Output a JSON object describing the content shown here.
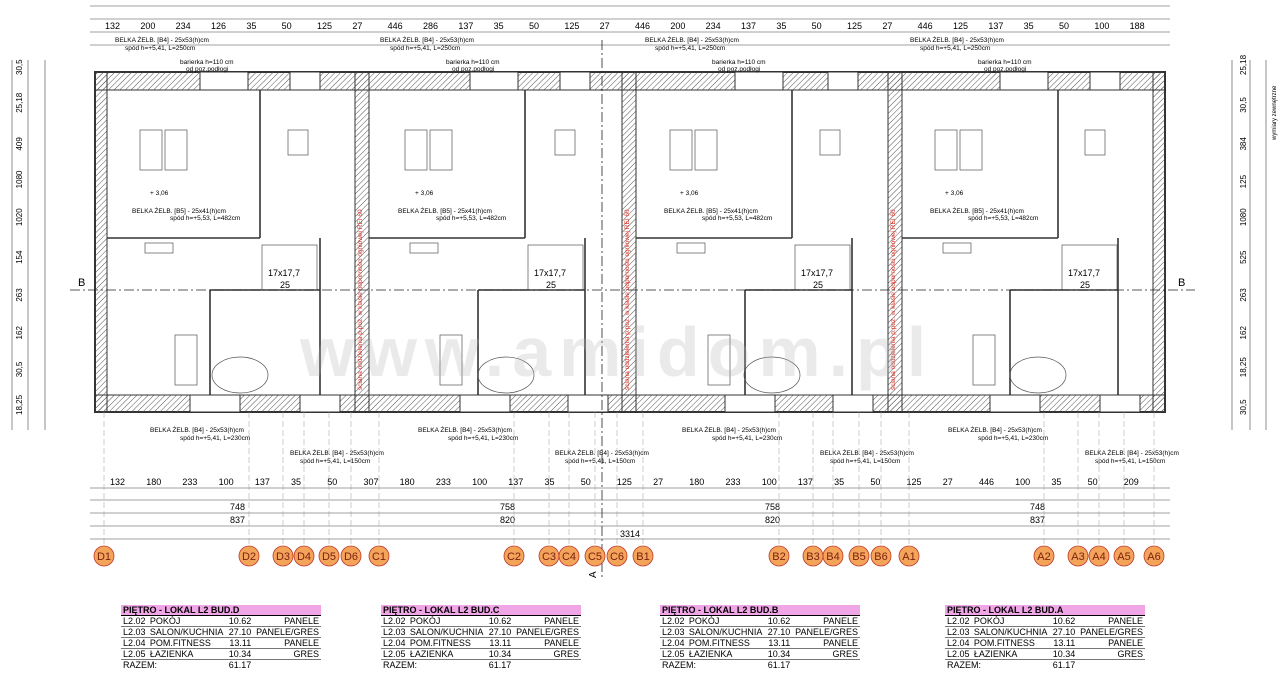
{
  "watermark": "www.amidom.pl",
  "top_dims": [
    "132",
    "200",
    "234",
    "126",
    "35",
    "50",
    "125",
    "27",
    "446",
    "286",
    "137",
    "35",
    "50",
    "125",
    "27",
    "446",
    "200",
    "234",
    "137",
    "35",
    "50",
    "125",
    "27",
    "446",
    "125",
    "137",
    "35",
    "50",
    "100",
    "188"
  ],
  "bottom_dims_row1": [
    "132",
    "180",
    "233",
    "100",
    "137",
    "35",
    "50",
    "307",
    "180",
    "233",
    "100",
    "137",
    "35",
    "50",
    "125",
    "27",
    "180",
    "233",
    "100",
    "137",
    "35",
    "50",
    "125",
    "27",
    "446",
    "100",
    "35",
    "50",
    "209"
  ],
  "bottom_totals": [
    "837",
    "820",
    "820",
    "837"
  ],
  "bottom_748": [
    "748",
    "758",
    "758",
    "748"
  ],
  "total_length": "3314",
  "grid_labels": [
    "D1",
    "D2",
    "D3",
    "D4",
    "D5",
    "D6",
    "C1",
    "C2",
    "C3",
    "C4",
    "C5",
    "C6",
    "B1",
    "B2",
    "B3",
    "B4",
    "B5",
    "B6",
    "A1",
    "A2",
    "A3",
    "A4",
    "A5",
    "A6"
  ],
  "left_dims": [
    "30,5",
    "25,18",
    "409",
    "1080",
    "1020",
    "154",
    "263",
    "162",
    "30,5",
    "18,25"
  ],
  "right_dims": [
    "25,18",
    "30,5",
    "384",
    "125",
    "1080",
    "525",
    "263",
    "162",
    "18,25",
    "30,5"
  ],
  "section_label": "B",
  "section_label_a": "A",
  "beam_top": "BELKA ŻELB. [B4] - 25x53(h)cm",
  "beam_top_sub": "spód h=+5,41, L=250cm",
  "beam_top_sub2": "spód h=+5,41, L=150cm",
  "beam_mid": "BELKA ŻELB. [B5] - 25x41(h)cm",
  "beam_mid_sub": "spód h=+5,53, L=482cm",
  "beam_bottom": "BELKA ŻELB. [B4] - 25x53(h)cm",
  "beam_bottom_sub": "spód h=+5,41, L=230cm",
  "beam_bottom_sub2": "spód h=+5,41, L=150cm",
  "railing": "barierka h=110 cm",
  "railing_sub": "od poz.podłogi",
  "fire_wall": "ściana oddzielenia p.poż. w klasie odporności ogniowej REI 60",
  "stair": "17x17,7",
  "stair_sub": "25",
  "level": "+ 3,06",
  "side_note": "wymiary zewnętrzne",
  "room_tables": [
    {
      "title": "PIĘTRO - LOKAL L2 BUD.D",
      "rows": [
        {
          "no": "L2.02",
          "name": "POKÓJ",
          "area": "10.62",
          "finish": "PANELE"
        },
        {
          "no": "L2.03",
          "name": "SALON/KUCHNIA",
          "area": "27.10",
          "finish": "PANELE/GRES"
        },
        {
          "no": "L2.04",
          "name": "POM.FITNESS",
          "area": "13.11",
          "finish": "PANELE"
        },
        {
          "no": "L2.05",
          "name": "ŁAZIENKA",
          "area": "10.34",
          "finish": "GRES"
        }
      ],
      "total_label": "RAZEM:",
      "total": "61.17"
    },
    {
      "title": "PIĘTRO - LOKAL L2 BUD.C",
      "rows": [
        {
          "no": "L2.02",
          "name": "POKÓJ",
          "area": "10.62",
          "finish": "PANELE"
        },
        {
          "no": "L2.03",
          "name": "SALON/KUCHNIA",
          "area": "27.10",
          "finish": "PANELE/GRES"
        },
        {
          "no": "L2.04",
          "name": "POM.FITNESS",
          "area": "13.11",
          "finish": "PANELE"
        },
        {
          "no": "L2.05",
          "name": "ŁAZIENKA",
          "area": "10.34",
          "finish": "GRES"
        }
      ],
      "total_label": "RAZEM:",
      "total": "61.17"
    },
    {
      "title": "PIĘTRO - LOKAL L2 BUD.B",
      "rows": [
        {
          "no": "L2.02",
          "name": "POKÓJ",
          "area": "10.62",
          "finish": "PANELE"
        },
        {
          "no": "L2.03",
          "name": "SALON/KUCHNIA",
          "area": "27.10",
          "finish": "PANELE/GRES"
        },
        {
          "no": "L2.04",
          "name": "POM.FITNESS",
          "area": "13.11",
          "finish": "PANELE"
        },
        {
          "no": "L2.05",
          "name": "ŁAZIENKA",
          "area": "10.34",
          "finish": "GRES"
        }
      ],
      "total_label": "RAZEM:",
      "total": "61.17"
    },
    {
      "title": "PIĘTRO - LOKAL L2 BUD.A",
      "rows": [
        {
          "no": "L2.02",
          "name": "POKÓJ",
          "area": "10.62",
          "finish": "PANELE"
        },
        {
          "no": "L2.03",
          "name": "SALON/KUCHNIA",
          "area": "27.10",
          "finish": "PANELE/GRES"
        },
        {
          "no": "L2.04",
          "name": "POM.FITNESS",
          "area": "13.11",
          "finish": "PANELE"
        },
        {
          "no": "L2.05",
          "name": "ŁAZIENKA",
          "area": "10.34",
          "finish": "GRES"
        }
      ],
      "total_label": "RAZEM:",
      "total": "61.17"
    }
  ],
  "colors": {
    "grid_circle": "#f3a35a",
    "grid_circle_stroke": "#c0392b",
    "fire_wall_text": "#d93025",
    "table_header": "#f0a6e6",
    "wall": "#333333"
  }
}
